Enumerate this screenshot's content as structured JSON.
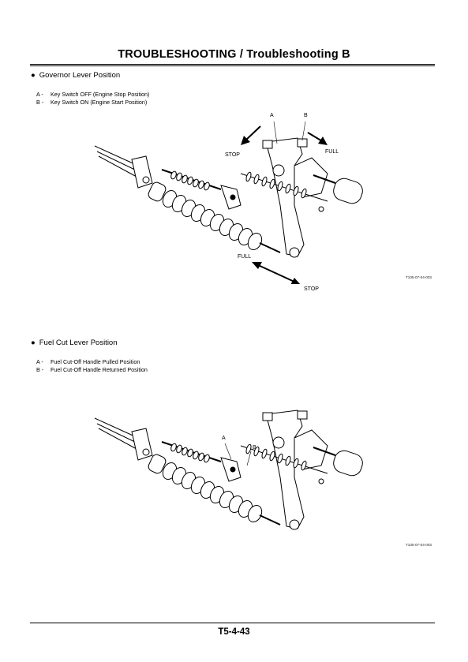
{
  "header": {
    "title": "TROUBLESHOOTING / Troubleshooting B"
  },
  "sections": [
    {
      "heading": "Governor Lever Position",
      "legend": [
        {
          "key": "A -",
          "text": "Key Switch OFF (Engine Stop Position)"
        },
        {
          "key": "B -",
          "text": "Key Switch ON (Engine Start Position)"
        }
      ],
      "figure": {
        "labels": {
          "a": "A",
          "b": "B",
          "stop_top": "STOP",
          "full_top": "FULL",
          "full_bottom": "FULL",
          "stop_bottom": "STOP"
        },
        "ref": "T105-07-04-003"
      }
    },
    {
      "heading": "Fuel Cut Lever Position",
      "legend": [
        {
          "key": "A -",
          "text": "Fuel Cut-Off Handle Pulled Position"
        },
        {
          "key": "B -",
          "text": "Fuel Cut-Off Handle Returned Position"
        }
      ],
      "figure": {
        "labels": {
          "a": "A",
          "b": "B"
        },
        "ref": "T105-07-04-003"
      }
    }
  ],
  "footer": {
    "page_number": "T5-4-43"
  }
}
